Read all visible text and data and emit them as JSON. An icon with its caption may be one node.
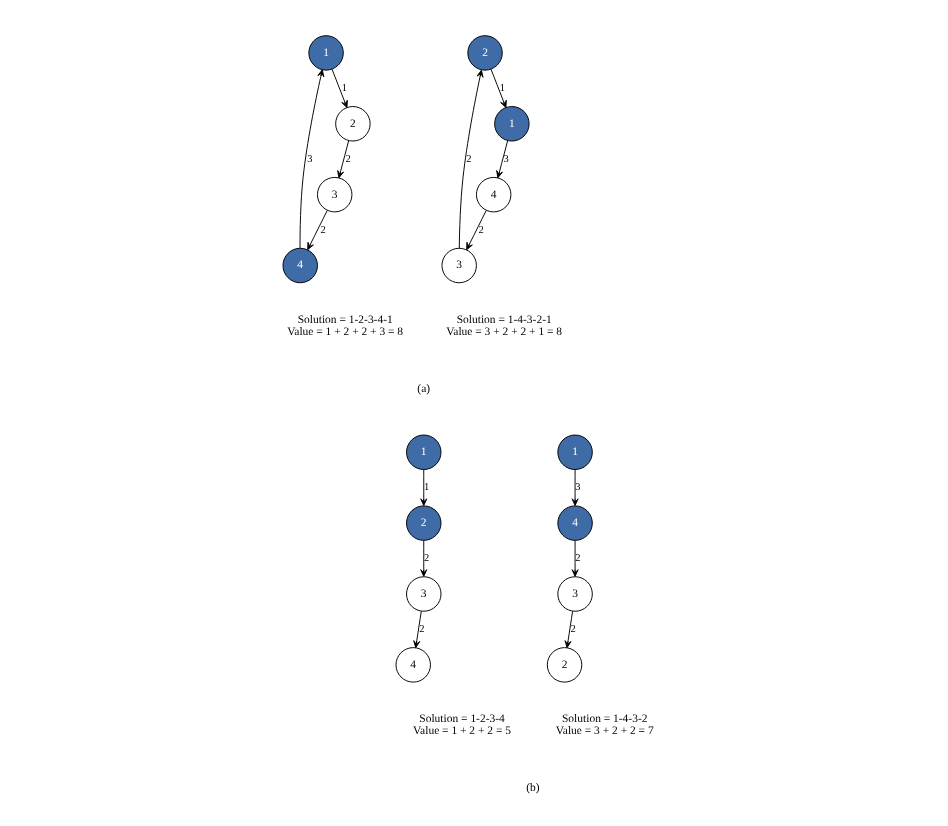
{
  "diagram": {
    "nodes": [
      {
        "text": [
          "1"
        ]
      },
      {
        "text": [
          "2"
        ]
      },
      {
        "text": [
          "3"
        ]
      },
      {
        "text": [
          "4"
        ]
      },
      {
        "text": [
          "2"
        ]
      },
      {
        "text": [
          "1"
        ]
      },
      {
        "text": [
          "3"
        ]
      },
      {
        "text": [
          "4"
        ]
      },
      {
        "text": [
          "1"
        ]
      },
      {
        "text": [
          "2"
        ]
      },
      {
        "text": [
          "3"
        ]
      },
      {
        "text": [
          "4"
        ]
      },
      {
        "text": [
          "2"
        ]
      },
      {
        "text": [
          "3"
        ]
      },
      {
        "text": [
          "1"
        ]
      },
      {
        "text": [
          "4"
        ]
      }
    ],
    "edges": [
      {
        "from": 0,
        "to": 1,
        "arrow": "to",
        "label": "1"
      },
      {
        "from": 1,
        "to": 2,
        "arrow": "to",
        "label": "2"
      },
      {
        "from": 2,
        "to": 3,
        "arrow": "to",
        "label": "2"
      },
      {
        "from": 3,
        "to": 0,
        "arrow": "to",
        "label": "3"
      },
      {
        "from": 6,
        "to": 4,
        "arrow": "to",
        "label": "2"
      },
      {
        "from": 4,
        "to": 5,
        "arrow": "to",
        "label": "1"
      },
      {
        "from": 5,
        "to": 7,
        "arrow": "to",
        "label": "3"
      },
      {
        "from": 7,
        "to": 6,
        "arrow": "to",
        "label": "2"
      },
      {
        "from": 8,
        "to": 9,
        "arrow": "to",
        "label": "1"
      },
      {
        "from": 9,
        "to": 10,
        "arrow": "to",
        "label": "2"
      },
      {
        "from": 10,
        "to": 11,
        "arrow": "to",
        "label": "2"
      },
      {
        "from": 13,
        "to": 12,
        "arrow": "to",
        "label": "2"
      },
      {
        "from": 14,
        "to": 15,
        "arrow": "to",
        "label": "3"
      },
      {
        "from": 15,
        "to": 13,
        "arrow": "to",
        "label": "2"
      }
    ],
    "labels": [
      "Solution = 1-2-3-4-1",
      "Value = 1 + 2 + 2 + 3 = 8",
      "Solution = 1-4-3-2-1",
      "Value = 3 + 2 + 2 + 1 = 8",
      "(a)",
      "Solution = 1-2-3-4",
      "Value = 1 + 2 + 2 = 5",
      "Solution = 1-4-3-2",
      "Value = 3 + 2 + 2 = 7",
      "(b)"
    ]
  }
}
